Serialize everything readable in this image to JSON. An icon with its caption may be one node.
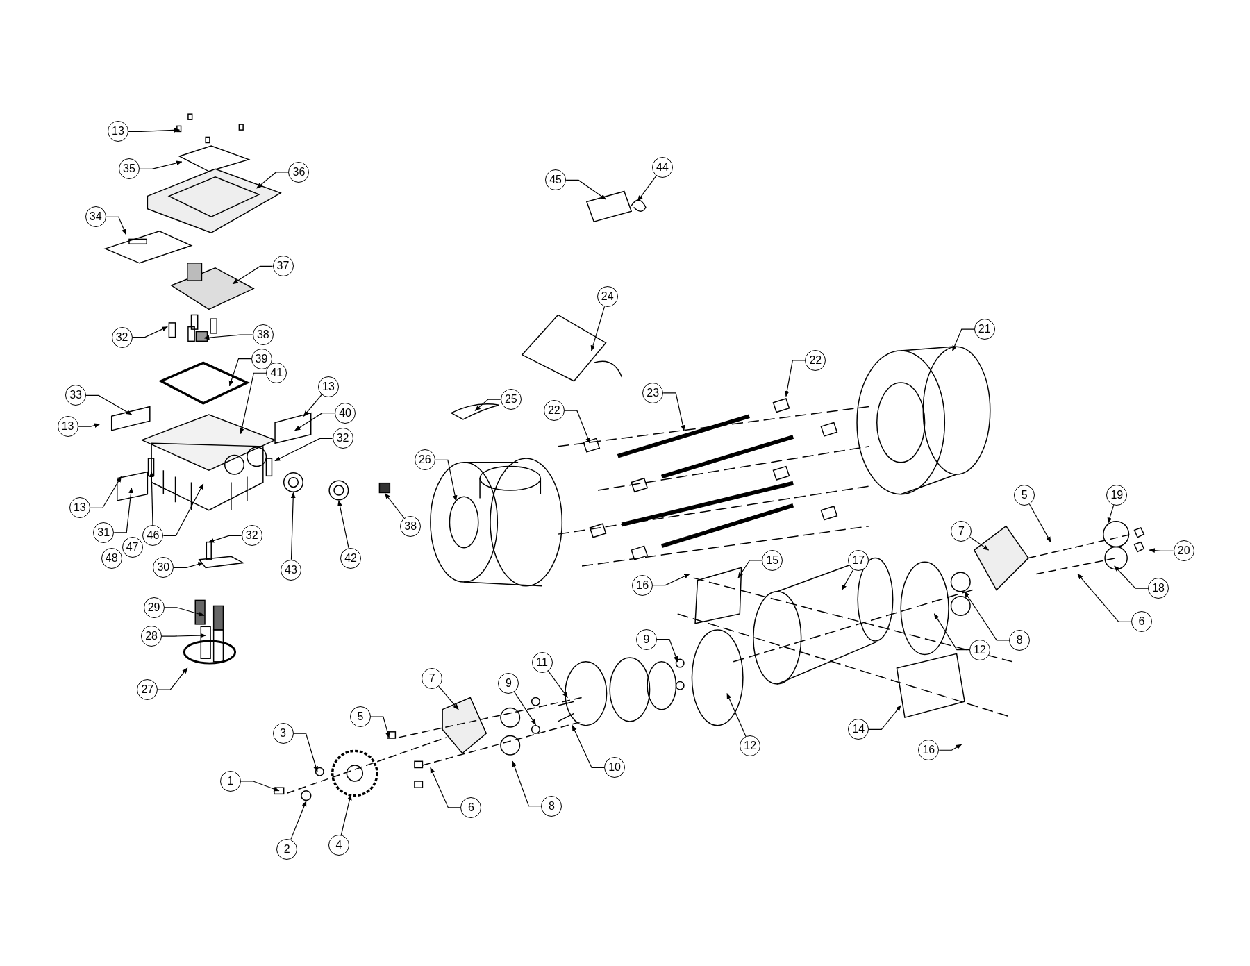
{
  "diagram": {
    "nodes": [
      {
        "text": [
          "13"
        ]
      },
      {
        "text": [
          "35"
        ]
      },
      {
        "text": [
          "36"
        ]
      },
      {
        "text": [
          "34"
        ]
      },
      {
        "text": [
          "37"
        ]
      },
      {
        "text": [
          "32"
        ]
      },
      {
        "text": [
          "38"
        ]
      },
      {
        "text": [
          "39"
        ]
      },
      {
        "text": [
          "41"
        ]
      },
      {
        "text": [
          "33"
        ]
      },
      {
        "text": [
          "13"
        ]
      },
      {
        "text": [
          "13"
        ]
      },
      {
        "text": [
          "40"
        ]
      },
      {
        "text": [
          "32"
        ]
      },
      {
        "text": [
          "13"
        ]
      },
      {
        "text": [
          "31"
        ]
      },
      {
        "text": [
          "46"
        ]
      },
      {
        "text": [
          "47"
        ]
      },
      {
        "text": [
          "48"
        ]
      },
      {
        "text": [
          "32"
        ]
      },
      {
        "text": [
          "38"
        ]
      },
      {
        "text": [
          "42"
        ]
      },
      {
        "text": [
          "43"
        ]
      },
      {
        "text": [
          "30"
        ]
      },
      {
        "text": [
          "29"
        ]
      },
      {
        "text": [
          "28"
        ]
      },
      {
        "text": [
          "27"
        ]
      },
      {
        "text": [
          "45"
        ]
      },
      {
        "text": [
          "44"
        ]
      },
      {
        "text": [
          "24"
        ]
      },
      {
        "text": [
          "21"
        ]
      },
      {
        "text": [
          "22"
        ]
      },
      {
        "text": [
          "23"
        ]
      },
      {
        "text": [
          "25"
        ]
      },
      {
        "text": [
          "22"
        ]
      },
      {
        "text": [
          "26"
        ]
      },
      {
        "text": [
          "5"
        ]
      },
      {
        "text": [
          "19"
        ]
      },
      {
        "text": [
          "7"
        ]
      },
      {
        "text": [
          "20"
        ]
      },
      {
        "text": [
          "18"
        ]
      },
      {
        "text": [
          "6"
        ]
      },
      {
        "text": [
          "8"
        ]
      },
      {
        "text": [
          "12"
        ]
      },
      {
        "text": [
          "15"
        ]
      },
      {
        "text": [
          "17"
        ]
      },
      {
        "text": [
          "16"
        ]
      },
      {
        "text": [
          "9"
        ]
      },
      {
        "text": [
          "11"
        ]
      },
      {
        "text": [
          "7"
        ]
      },
      {
        "text": [
          "9"
        ]
      },
      {
        "text": [
          "12"
        ]
      },
      {
        "text": [
          "14"
        ]
      },
      {
        "text": [
          "16"
        ]
      },
      {
        "text": [
          "5"
        ]
      },
      {
        "text": [
          "3"
        ]
      },
      {
        "text": [
          "1"
        ]
      },
      {
        "text": [
          "4"
        ]
      },
      {
        "text": [
          "2"
        ]
      },
      {
        "text": [
          "6"
        ]
      },
      {
        "text": [
          "8"
        ]
      },
      {
        "text": [
          "10"
        ]
      }
    ],
    "edges": [
      {
        "from": 0,
        "to": null,
        "arrow": "to"
      },
      {
        "from": 1,
        "to": null,
        "arrow": "to"
      },
      {
        "from": 2,
        "to": null,
        "arrow": "to"
      },
      {
        "from": 3,
        "to": null,
        "arrow": "to"
      },
      {
        "from": 4,
        "to": null,
        "arrow": "to"
      },
      {
        "from": 5,
        "to": null,
        "arrow": "to"
      },
      {
        "from": 6,
        "to": null,
        "arrow": "to"
      },
      {
        "from": 7,
        "to": null,
        "arrow": "to"
      },
      {
        "from": 8,
        "to": null,
        "arrow": "to"
      },
      {
        "from": 9,
        "to": null,
        "arrow": "to"
      },
      {
        "from": 10,
        "to": null,
        "arrow": "to"
      },
      {
        "from": 11,
        "to": null,
        "arrow": "to"
      },
      {
        "from": 12,
        "to": null,
        "arrow": "to"
      },
      {
        "from": 13,
        "to": null,
        "arrow": "to"
      },
      {
        "from": 14,
        "to": null,
        "arrow": "to"
      },
      {
        "from": 15,
        "to": null,
        "arrow": "to"
      },
      {
        "from": 16,
        "to": null,
        "arrow": "to"
      },
      {
        "from": 16,
        "to": null,
        "arrow": "to"
      },
      {
        "from": 19,
        "to": null,
        "arrow": "to"
      },
      {
        "from": 20,
        "to": null,
        "arrow": "to"
      },
      {
        "from": 21,
        "to": null,
        "arrow": "to"
      },
      {
        "from": 22,
        "to": null,
        "arrow": "to"
      },
      {
        "from": 23,
        "to": null,
        "arrow": "to"
      },
      {
        "from": 24,
        "to": null,
        "arrow": "to"
      },
      {
        "from": 25,
        "to": null,
        "arrow": "to"
      },
      {
        "from": 26,
        "to": null,
        "arrow": "to"
      },
      {
        "from": 27,
        "to": null,
        "arrow": "to"
      },
      {
        "from": 28,
        "to": null,
        "arrow": "to"
      },
      {
        "from": 29,
        "to": null,
        "arrow": "to"
      },
      {
        "from": 30,
        "to": null,
        "arrow": "to"
      },
      {
        "from": 31,
        "to": null,
        "arrow": "to"
      },
      {
        "from": 32,
        "to": null,
        "arrow": "to"
      },
      {
        "from": 33,
        "to": null,
        "arrow": "to"
      },
      {
        "from": 34,
        "to": null,
        "arrow": "to"
      },
      {
        "from": 35,
        "to": null,
        "arrow": "to"
      },
      {
        "from": 36,
        "to": null,
        "arrow": "to"
      },
      {
        "from": 37,
        "to": null,
        "arrow": "to"
      },
      {
        "from": 38,
        "to": null,
        "arrow": "to"
      },
      {
        "from": 39,
        "to": null,
        "arrow": "to"
      },
      {
        "from": 40,
        "to": null,
        "arrow": "to"
      },
      {
        "from": 41,
        "to": null,
        "arrow": "to"
      },
      {
        "from": 42,
        "to": null,
        "arrow": "to"
      },
      {
        "from": 43,
        "to": null,
        "arrow": "to"
      },
      {
        "from": 44,
        "to": null,
        "arrow": "to"
      },
      {
        "from": 45,
        "to": null,
        "arrow": "to"
      },
      {
        "from": 46,
        "to": null,
        "arrow": "to"
      },
      {
        "from": 47,
        "to": null,
        "arrow": "to"
      },
      {
        "from": 48,
        "to": null,
        "arrow": "to"
      },
      {
        "from": 49,
        "to": null,
        "arrow": "to"
      },
      {
        "from": 50,
        "to": null,
        "arrow": "to"
      },
      {
        "from": 51,
        "to": null,
        "arrow": "to"
      },
      {
        "from": 52,
        "to": null,
        "arrow": "to"
      },
      {
        "from": 53,
        "to": null,
        "arrow": "to"
      },
      {
        "from": 54,
        "to": null,
        "arrow": "to"
      },
      {
        "from": 55,
        "to": null,
        "arrow": "to"
      },
      {
        "from": 56,
        "to": null,
        "arrow": "to"
      },
      {
        "from": 57,
        "to": null,
        "arrow": "to"
      },
      {
        "from": 58,
        "to": null,
        "arrow": "to"
      },
      {
        "from": 59,
        "to": null,
        "arrow": "to"
      },
      {
        "from": 60,
        "to": null,
        "arrow": "to"
      },
      {
        "from": 61,
        "to": null,
        "arrow": "to"
      }
    ]
  }
}
